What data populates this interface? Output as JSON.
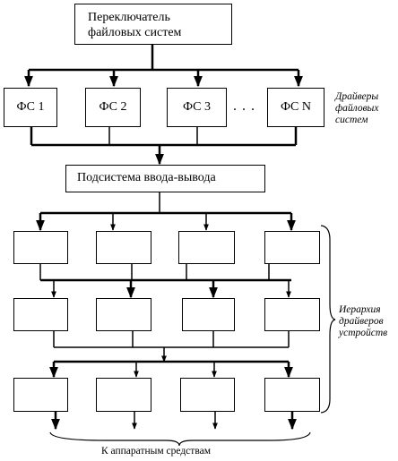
{
  "switcher": {
    "line1": "Переключатель",
    "line2": "файловых систем"
  },
  "fs": [
    {
      "label": "ФС 1"
    },
    {
      "label": "ФС 2"
    },
    {
      "label": "ФС 3"
    },
    {
      "label": "ФС N"
    }
  ],
  "fs_ellipsis": ". . .",
  "drivers_label": {
    "line1": "Драйверы",
    "line2": "файловых",
    "line3": "систем"
  },
  "io_subsystem": "Подсистема ввода-вывода",
  "hierarchy_label": {
    "line1": "Иерархия",
    "line2": "драйверов",
    "line3": "устройств"
  },
  "hardware_label": "К аппаратным средствам"
}
